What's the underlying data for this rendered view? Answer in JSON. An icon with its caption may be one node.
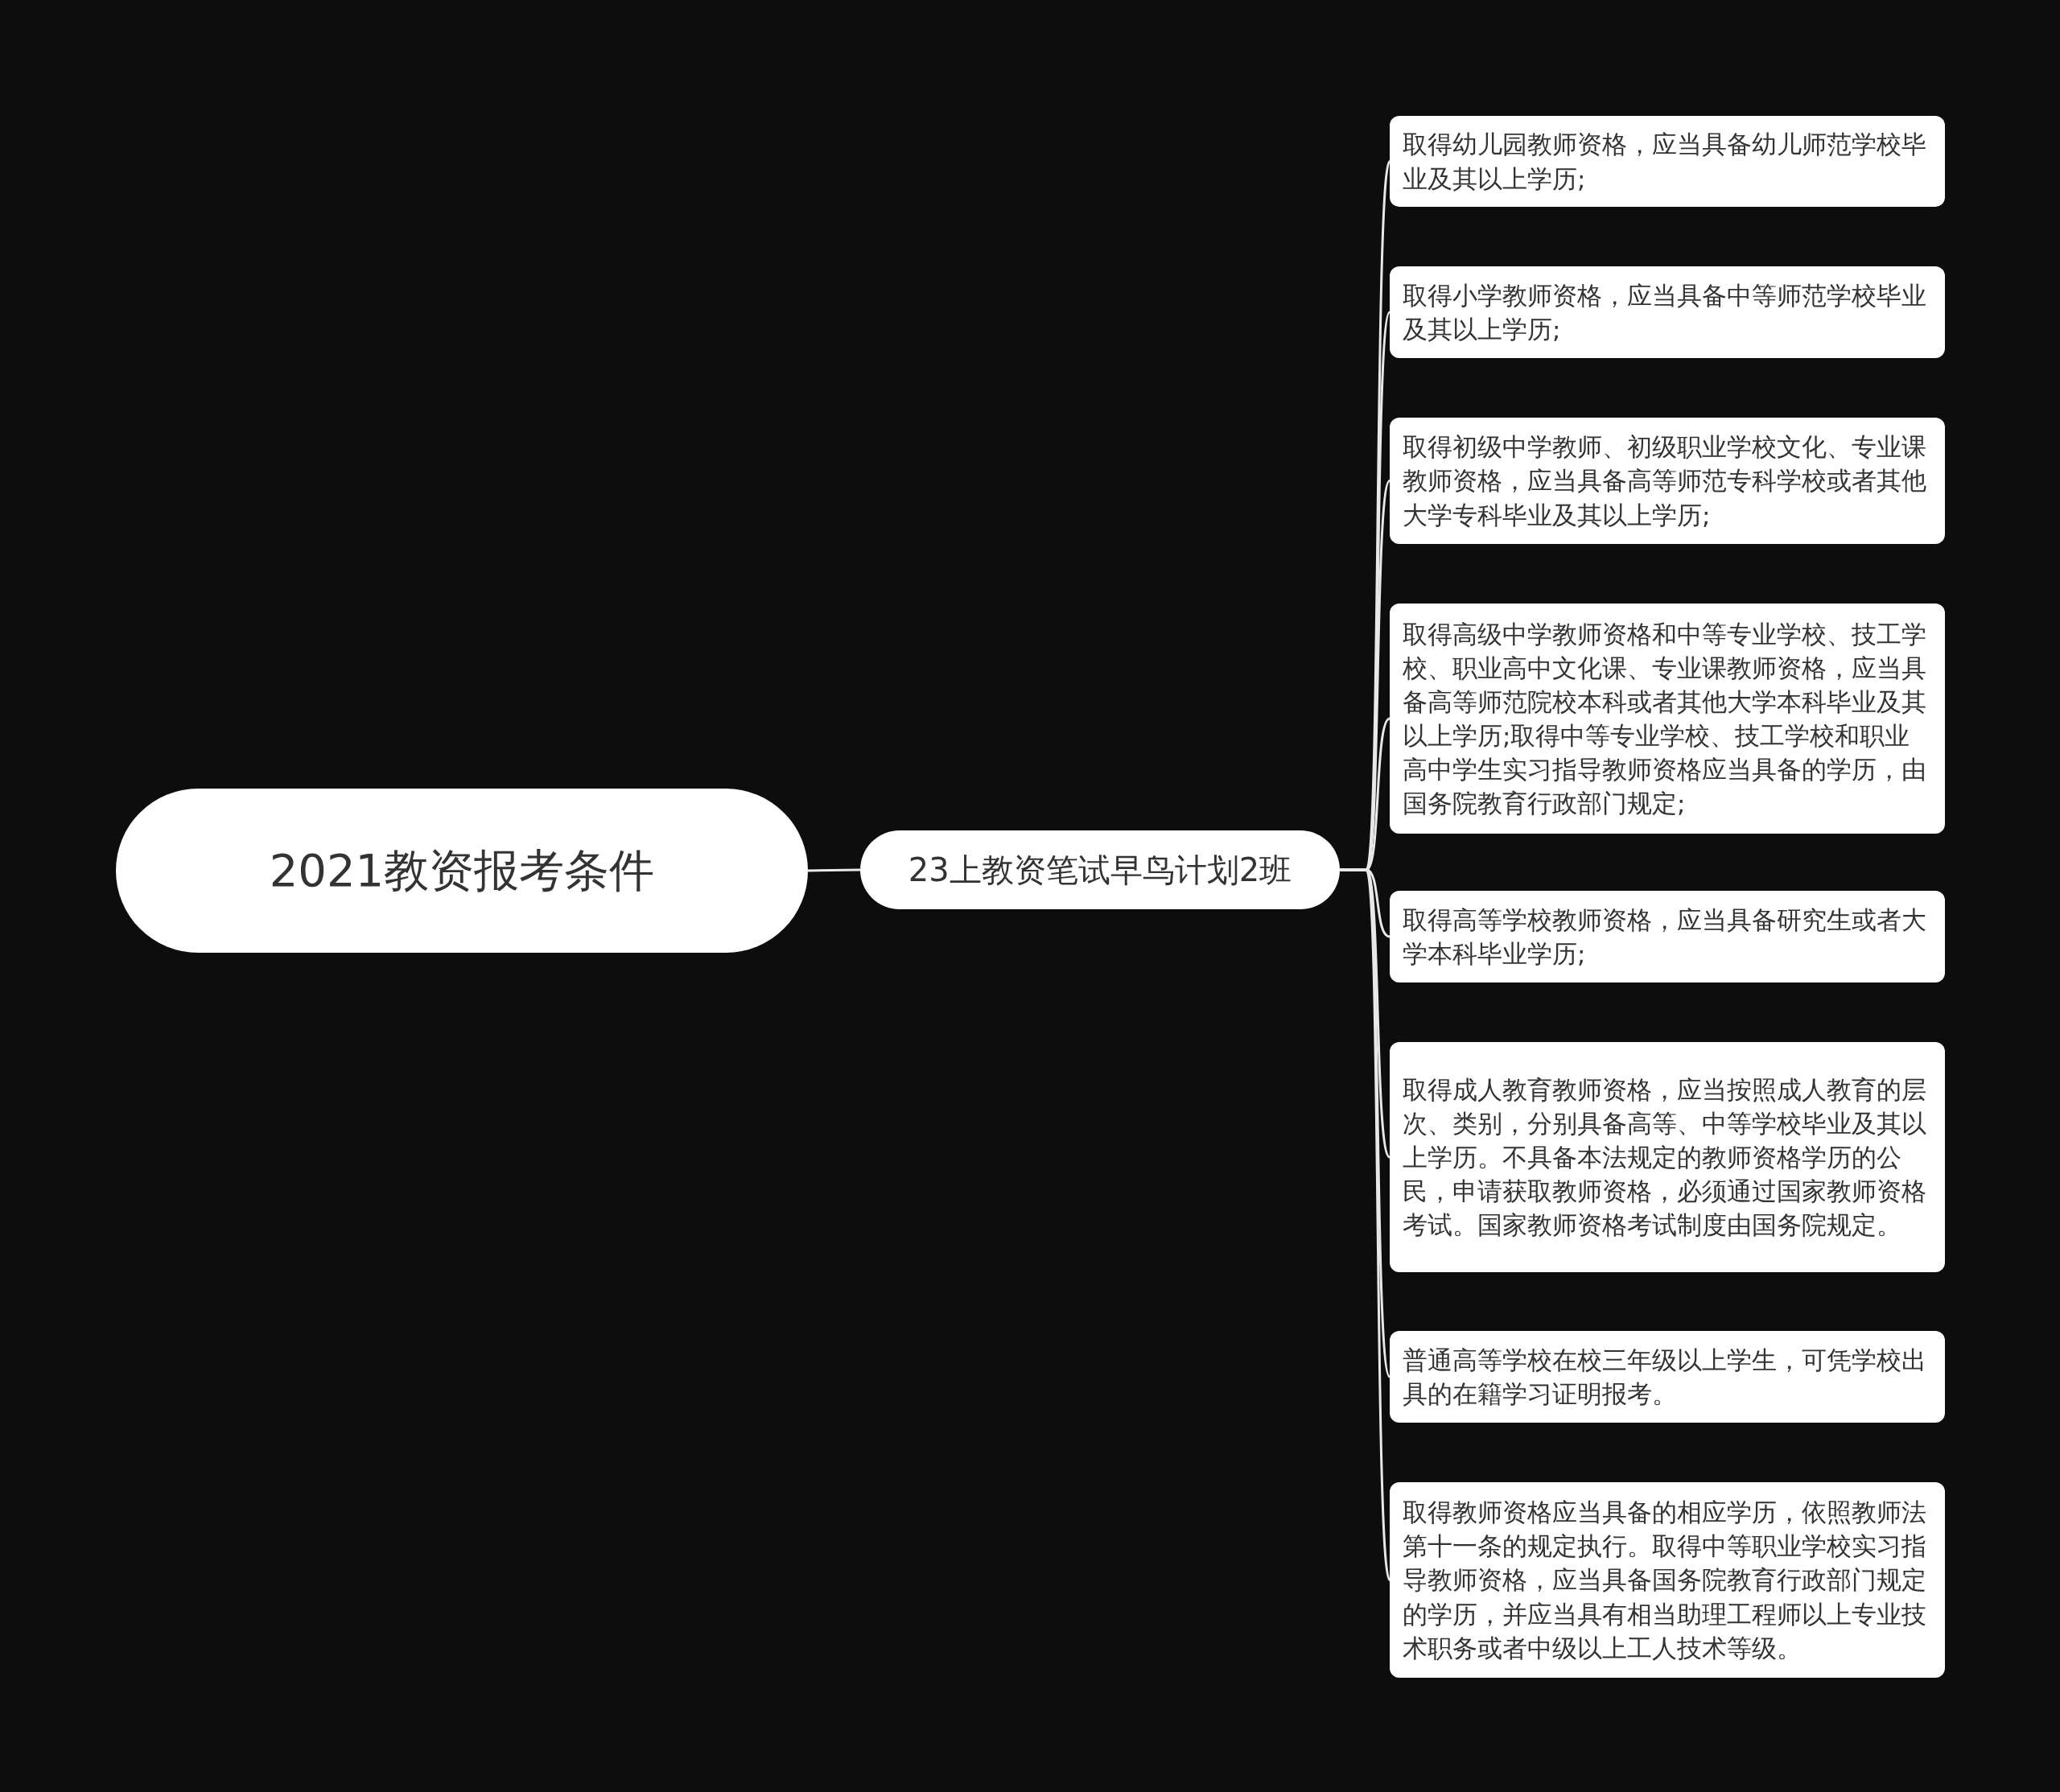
{
  "diagram": {
    "nodes": [
      {
        "text": [
          "2021教资报考条件"
        ]
      },
      {
        "text": [
          "23上教资笔试早鸟计划2班"
        ]
      },
      {
        "text": [
          "取得幼儿园教师资格，应当具备幼儿师范学校毕业及其以上学历;"
        ]
      },
      {
        "text": [
          "取得小学教师资格，应当具备中等师范学校毕业及其以上学历;"
        ]
      },
      {
        "text": [
          "取得初级中学教师、初级职业学校文化、专业课教师资格，应当具备高等师范专科学校或者其他大学专科毕业及其以上学历;"
        ]
      },
      {
        "text": [
          "取得高级中学教师资格和中等专业学校、技工学校、职业高中文化课、专业课教师资格，应当具备高等师范院校本科或者其他大学本科毕业及其以上学历;取得中等专业学校、技工学校和职业高中学生实习指导教师资格应当具备的学历，由国务院教育行政部门规定;"
        ]
      },
      {
        "text": [
          "取得高等学校教师资格，应当具备研究生或者大学本科毕业学历;"
        ]
      },
      {
        "text": [
          "取得成人教育教师资格，应当按照成人教育的层次、类别，分别具备高等、中等学校毕业及其以上学历。不具备本法规定的教师资格学历的公民，申请获取教师资格，必须通过国家教师资格考试。国家教师资格考试制度由国务院规定。"
        ]
      },
      {
        "text": [
          "普通高等学校在校三年级以上学生，可凭学校出具的在籍学习证明报考。"
        ]
      },
      {
        "text": [
          "取得教师资格应当具备的相应学历，依照教师法第十一条的规定执行。取得中等职业学校实习指导教师资格，应当具备国务院教育行政部门规定的学历，并应当具有相当助理工程师以上专业技术职务或者中级以上工人技术等级。"
        ]
      }
    ],
    "edges": [
      {
        "from": 0,
        "to": 1,
        "arrow": "none"
      },
      {
        "from": 1,
        "to": 2,
        "arrow": "none"
      },
      {
        "from": 1,
        "to": 3,
        "arrow": "none"
      },
      {
        "from": 1,
        "to": 4,
        "arrow": "none"
      },
      {
        "from": 1,
        "to": 5,
        "arrow": "none"
      },
      {
        "from": 1,
        "to": 6,
        "arrow": "none"
      },
      {
        "from": 1,
        "to": 7,
        "arrow": "none"
      },
      {
        "from": 1,
        "to": 8,
        "arrow": "none"
      },
      {
        "from": 1,
        "to": 9,
        "arrow": "none"
      }
    ]
  }
}
